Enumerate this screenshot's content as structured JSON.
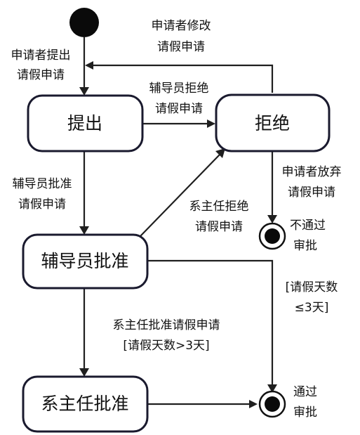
{
  "states": {
    "submit": "提出",
    "reject": "拒绝",
    "counselor_approve": "辅导员批准",
    "dean_approve": "系主任批准"
  },
  "final_states": {
    "not_passed": [
      "不通过",
      "审批"
    ],
    "passed": [
      "通过",
      "审批"
    ]
  },
  "transitions": {
    "initial_to_submit": [
      "申请者提出",
      "请假申请"
    ],
    "reject_to_submit": [
      "申请者修改",
      "请假申请"
    ],
    "submit_to_reject": [
      "辅导员拒绝",
      "请假申请"
    ],
    "submit_to_counselor": [
      "辅导员批准",
      "请假申请"
    ],
    "counselor_to_reject": [
      "系主任拒绝",
      "请假申请"
    ],
    "reject_to_not_passed": [
      "申请者放弃",
      "请假申请"
    ],
    "counselor_to_passed": [
      "[请假天数",
      "≤3天]"
    ],
    "counselor_to_dean": [
      "系主任批准请假申请",
      "[请假天数>3天]"
    ]
  },
  "colors": {
    "box_stroke": "#1a1a2e",
    "line": "#1f1f1f",
    "fill": "#0a0a0a"
  }
}
